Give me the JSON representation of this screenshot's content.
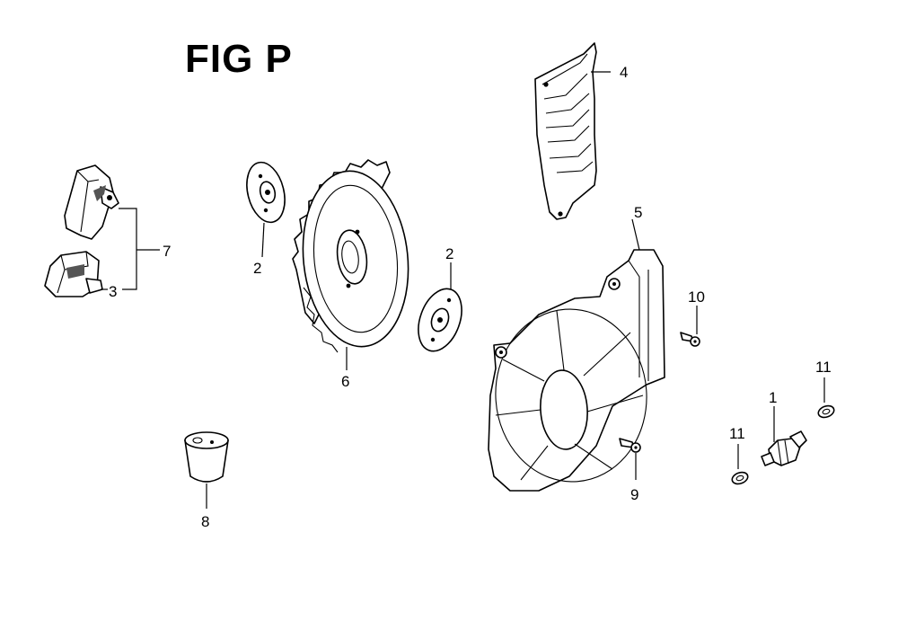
{
  "title": "FIG P",
  "callouts": [
    {
      "id": "1",
      "text": "1"
    },
    {
      "id": "2a",
      "text": "2"
    },
    {
      "id": "2b",
      "text": "2"
    },
    {
      "id": "3",
      "text": "3"
    },
    {
      "id": "4",
      "text": "4"
    },
    {
      "id": "5",
      "text": "5"
    },
    {
      "id": "6",
      "text": "6"
    },
    {
      "id": "7",
      "text": "7"
    },
    {
      "id": "8",
      "text": "8"
    },
    {
      "id": "9",
      "text": "9"
    },
    {
      "id": "10",
      "text": "10"
    },
    {
      "id": "11a",
      "text": "11"
    },
    {
      "id": "11b",
      "text": "11"
    }
  ]
}
